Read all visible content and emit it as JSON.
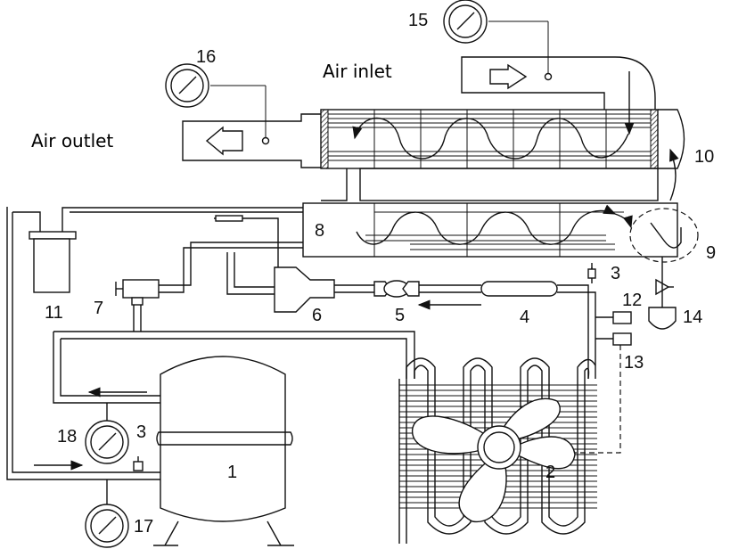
{
  "labels": {
    "air_inlet": "Air inlet",
    "air_outlet": "Air outlet",
    "n1": "1",
    "n2": "2",
    "n3a": "3",
    "n3b": "3",
    "n4": "4",
    "n5": "5",
    "n6": "6",
    "n7": "7",
    "n8": "8",
    "n9": "9",
    "n10": "10",
    "n11": "11",
    "n12": "12",
    "n13": "13",
    "n14": "14",
    "n15": "15",
    "n16": "16",
    "n17": "17",
    "n18": "18"
  }
}
